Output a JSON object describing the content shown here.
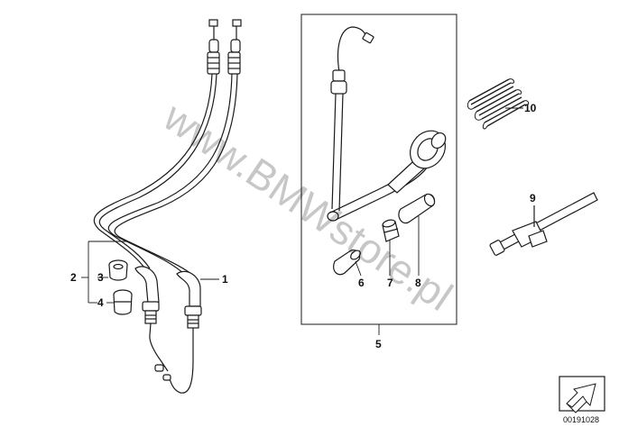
{
  "diagram": {
    "callouts": {
      "c1": "1",
      "c2": "2",
      "c3": "3",
      "c4": "4",
      "c5": "5",
      "c6": "6",
      "c7": "7",
      "c8": "8",
      "c9": "9",
      "c10": "10"
    },
    "watermark": "www.BMWstore.pl",
    "part_number": "00191028",
    "icon": "arrow-icon",
    "colors": {
      "line": "#1a1a1a",
      "accent": "#c01010",
      "background": "#ffffff"
    }
  }
}
